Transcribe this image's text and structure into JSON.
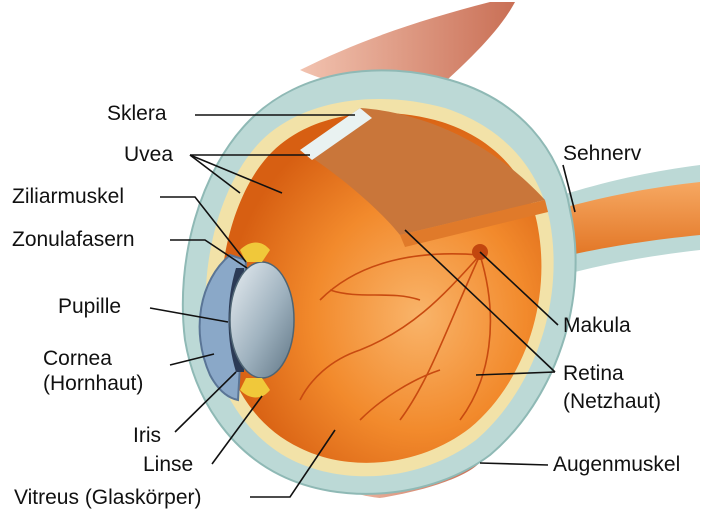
{
  "labels": {
    "sklera": "Sklera",
    "uvea": "Uvea",
    "ziliarmuskel": "Ziliarmuskel",
    "zonulafasern": "Zonulafasern",
    "pupille": "Pupille",
    "cornea": "Cornea",
    "cornea_de": "(Hornhaut)",
    "iris": "Iris",
    "linse": "Linse",
    "vitreus": "Vitreus (Glaskörper)",
    "sehnerv": "Sehnerv",
    "makula": "Makula",
    "retina": "Retina",
    "retina_de": "(Netzhaut)",
    "augenmuskel": "Augenmuskel"
  },
  "colors": {
    "sclera": "#bcd9d6",
    "uvea": "#d98a3a",
    "retina_inner": "#f07a1a",
    "vitreous_center": "#f6a05a",
    "lens": "#9fb2bf",
    "muscle": "#d8826a",
    "nerve": "#f08a3a",
    "vessel": "#c84a10"
  }
}
